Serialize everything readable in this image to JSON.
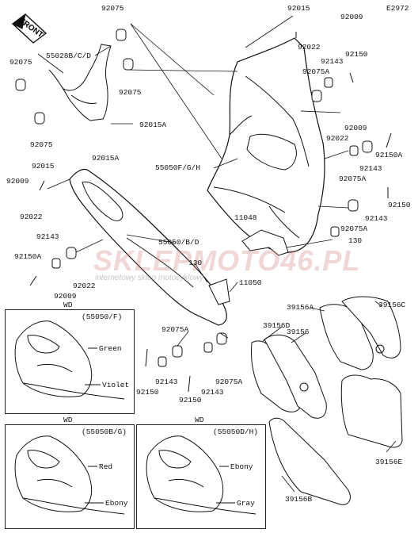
{
  "diagram_code": "E2972",
  "front_label": "FRONT",
  "watermark": {
    "main": "SKLEPMOTO46.PL",
    "sub": "internetowy sklep motocyklowy"
  },
  "parts": {
    "p92075_a": "92075",
    "p92015_a": "92015",
    "p92009_a": "92009",
    "p55028": "55028B/C/D",
    "p92075_b": "92075",
    "p92075_c": "92075",
    "p92022_a": "92022",
    "p92150_a": "92150",
    "p92143_a": "92143",
    "p92075A_a": "92075A",
    "p92075_d": "92075",
    "p92015A_a": "92015A",
    "p92009_b": "92009",
    "p92022_b": "92022",
    "p92015A_b": "92015A",
    "p92150A_a": "92150A",
    "p55050FGH": "55050F/G/H",
    "p92143_b": "92143",
    "p92015_b": "92015",
    "p92075A_b": "92075A",
    "p92009_c": "92009",
    "p92150_b": "92150",
    "p92022_c": "92022",
    "p92143_c": "92143",
    "p11048": "11048",
    "p92075A_c": "92075A",
    "p92143_d": "92143",
    "p55050BD": "55050/B/D",
    "p130_a": "130",
    "p92150A_b": "92150A",
    "p130_b": "130",
    "p92022_d": "92022",
    "p11050": "11050",
    "p92009_d": "92009",
    "p39156A": "39156A",
    "p39156C": "39156C",
    "p39156D": "39156D",
    "p39156": "39156",
    "p92075A_d": "92075A",
    "p92143_e": "92143",
    "p92075A_e": "92075A",
    "p92150_c": "92150",
    "p92150_d": "92150",
    "p92143_f": "92143",
    "p39156E": "39156E",
    "p39156B": "39156B"
  },
  "insets": [
    {
      "region": "WD",
      "code": "(55050/F)",
      "colors": [
        "Green",
        "Violet"
      ]
    },
    {
      "region": "WD",
      "code": "(55050B/G)",
      "colors": [
        "Red",
        "Ebony"
      ]
    },
    {
      "region": "WD",
      "code": "(55050D/H)",
      "colors": [
        "Ebony",
        "Gray"
      ]
    }
  ]
}
